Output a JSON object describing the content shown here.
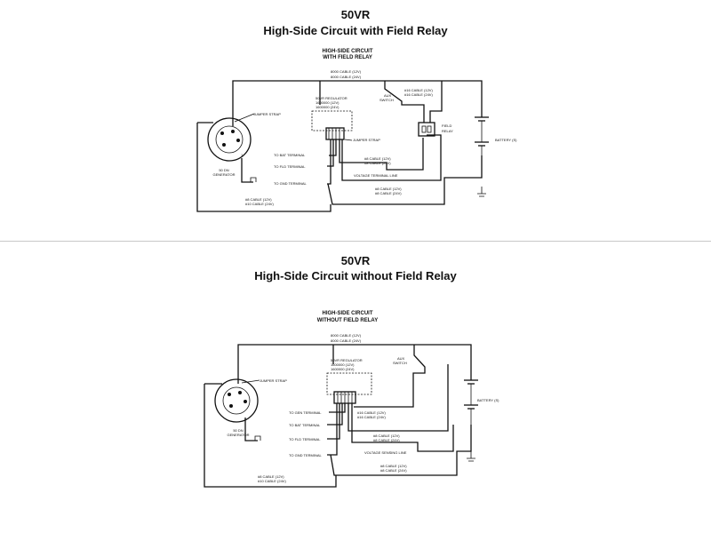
{
  "page": {
    "diagram1": {
      "title": "50VR",
      "subtitle": "High-Side Circuit with Field Relay"
    },
    "diagram2": {
      "title": "50VR",
      "subtitle": "High-Side Circuit without Field Relay"
    }
  },
  "diagram1": {
    "header_line1": "HIGH-SIDE CIRCUIT",
    "header_line2": "WITH FIELD RELAY",
    "cable_top1": "8000 CABLE (12V)",
    "cable_top2": "8000 CABLE (24V)",
    "regulator1": "50VR REGULATOR",
    "regulator2": "1600000 (12V)",
    "regulator3": "1600000 (24V)",
    "aux_switch1": "AUX",
    "aux_switch2": "SWITCH",
    "cable_relay1": "#16 CABLE (12V)",
    "cable_relay2": "#16 CABLE (24V)",
    "jumper_strap": "JUMPER STRAP",
    "jumper_strap_reg": "JUMPER STRAP",
    "field_relay1": "FIELD",
    "field_relay2": "RELAY",
    "battery": "BATTERY (S)",
    "generator1": "50 DN",
    "generator2": "GENERATOR",
    "to_bat": "TO BAT TERMINAL",
    "to_fld": "TO FLD TERMINAL",
    "to_gnd": "TO GND TERMINAL",
    "cable_mid1": "#8 CABLE (12V)",
    "cable_mid2": "#8 CABLE (24V)",
    "voltage_line": "VOLTAGE TERMINAL LINE",
    "cable_low1": "#8 CABLE (12V)",
    "cable_low2": "#8 CABLE (24V)",
    "cable_gen1": "#8 CABLE (12V)",
    "cable_gen2": "#10 CABLE (24V)"
  },
  "diagram2": {
    "header_line1": "HIGH-SIDE CIRCUIT",
    "header_line2": "WITHOUT FIELD RELAY",
    "cable_top1": "8000 CABLE (12V)",
    "cable_top2": "8000 CABLE (24V)",
    "regulator1": "50VR REGULATOR",
    "regulator2": "1600000 (12V)",
    "regulator3": "1600000 (24V)",
    "aux_switch1": "AUX",
    "aux_switch2": "SWITCH",
    "jumper_strap": "JUMPER STRAP",
    "battery": "BATTERY (S)",
    "generator1": "50 DN",
    "generator2": "GENERATOR",
    "to_gen": "TO GEN TERMINAL",
    "to_bat": "TO BAT TERMINAL",
    "to_fld": "TO FLD TERMINAL",
    "to_gnd": "TO GND TERMINAL",
    "cable_16a": "#16 CABLE (12V)",
    "cable_16b": "#16 CABLE (24V)",
    "cable_mid1": "#8 CABLE (12V)",
    "cable_mid2": "#8 CABLE (24V)",
    "voltage_line": "VOLTAGE SENSING LINE",
    "cable_low1": "#8 CABLE (12V)",
    "cable_low2": "#8 CABLE (24V)",
    "cable_gen1": "#8 CABLE (12V)",
    "cable_gen2": "#10 CABLE (24V)"
  }
}
